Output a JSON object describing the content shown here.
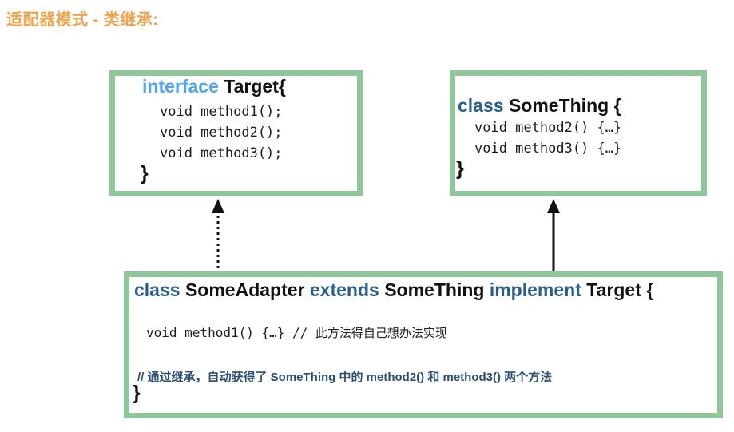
{
  "title": "适配器模式 - 类继承:",
  "theme": {
    "title_color": "#eca44f",
    "box_border_color": "#8fc79a",
    "keyword_light_blue": "#4fa3ef",
    "keyword_dark_blue": "#2b5f8a",
    "comment_color": "#2b4f73",
    "background": "#ffffff"
  },
  "boxes": {
    "target": {
      "keyword": "interface",
      "name": "Target",
      "open_brace": "{",
      "members": [
        "void method1();",
        "void method2();",
        "void method3();"
      ],
      "close_brace": "}"
    },
    "something": {
      "keyword": "class",
      "name": "SomeThing",
      "open_brace": "{",
      "members": [
        "void method2() {…}",
        "void method3() {…}"
      ],
      "close_brace": "}"
    },
    "adapter": {
      "keyword_class": "class",
      "name": "SomeAdapter",
      "keyword_extends": "extends",
      "super_name": "SomeThing",
      "keyword_implement": "implement",
      "interface_name": "Target",
      "open_brace": "{",
      "method_line": "void method1() {…} // ",
      "method_comment": "此方法得自己想办法实现",
      "note": "// 通过继承，自动获得了 SomeThing 中的 method2() 和 method3() 两个方法",
      "close_brace": "}"
    }
  },
  "arrows": [
    {
      "name": "implements-arrow",
      "style": "dotted",
      "direction": "up",
      "from": "adapter",
      "to": "target"
    },
    {
      "name": "extends-arrow",
      "style": "solid",
      "direction": "up",
      "from": "adapter",
      "to": "something"
    }
  ]
}
